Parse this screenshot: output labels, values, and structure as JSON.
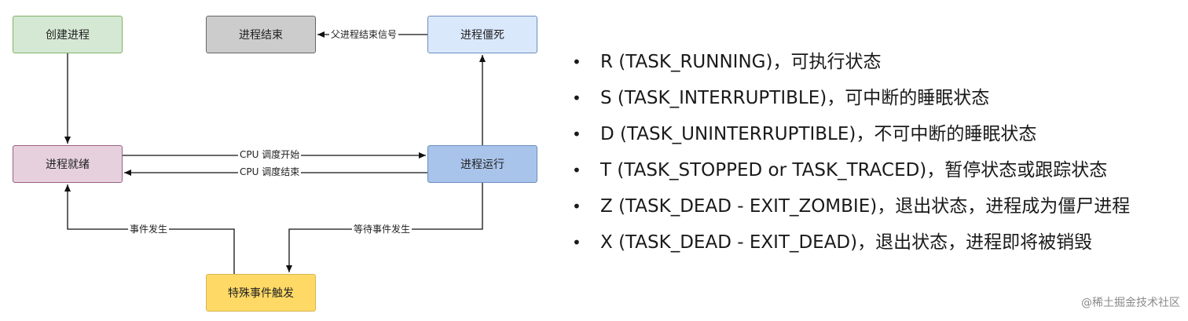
{
  "diagram": {
    "nodes": {
      "create": "创建进程",
      "end": "进程结束",
      "zombie": "进程僵死",
      "ready": "进程就绪",
      "running": "进程运行",
      "event": "特殊事件触发"
    },
    "edges": {
      "parent_signal": "父进程结束信号",
      "cpu_schedule_start": "CPU 调度开始",
      "cpu_schedule_end": "CPU 调度结束",
      "event_occurs": "事件发生",
      "wait_event": "等待事件发生"
    }
  },
  "states": [
    {
      "bullet": "•",
      "text": "R (TASK_RUNNING)，可执行状态"
    },
    {
      "bullet": "•",
      "text": "S (TASK_INTERRUPTIBLE)，可中断的睡眠状态"
    },
    {
      "bullet": "•",
      "text": "D (TASK_UNINTERRUPTIBLE)，不可中断的睡眠状态"
    },
    {
      "bullet": "•",
      "text": "T (TASK_STOPPED or TASK_TRACED)，暂停状态或跟踪状态"
    },
    {
      "bullet": "•",
      "text": "Z (TASK_DEAD - EXIT_ZOMBIE)，退出状态，进程成为僵尸进程"
    },
    {
      "bullet": "•",
      "text": "X (TASK_DEAD - EXIT_DEAD)，退出状态，进程即将被销毁"
    }
  ],
  "footer": "@稀土掘金技术社区",
  "colors": {
    "create": "#d5e8d4",
    "end": "#cccccc",
    "zombie": "#dae8fc",
    "ready": "#e6d0de",
    "running": "#a9c4eb",
    "event": "#ffd966"
  }
}
